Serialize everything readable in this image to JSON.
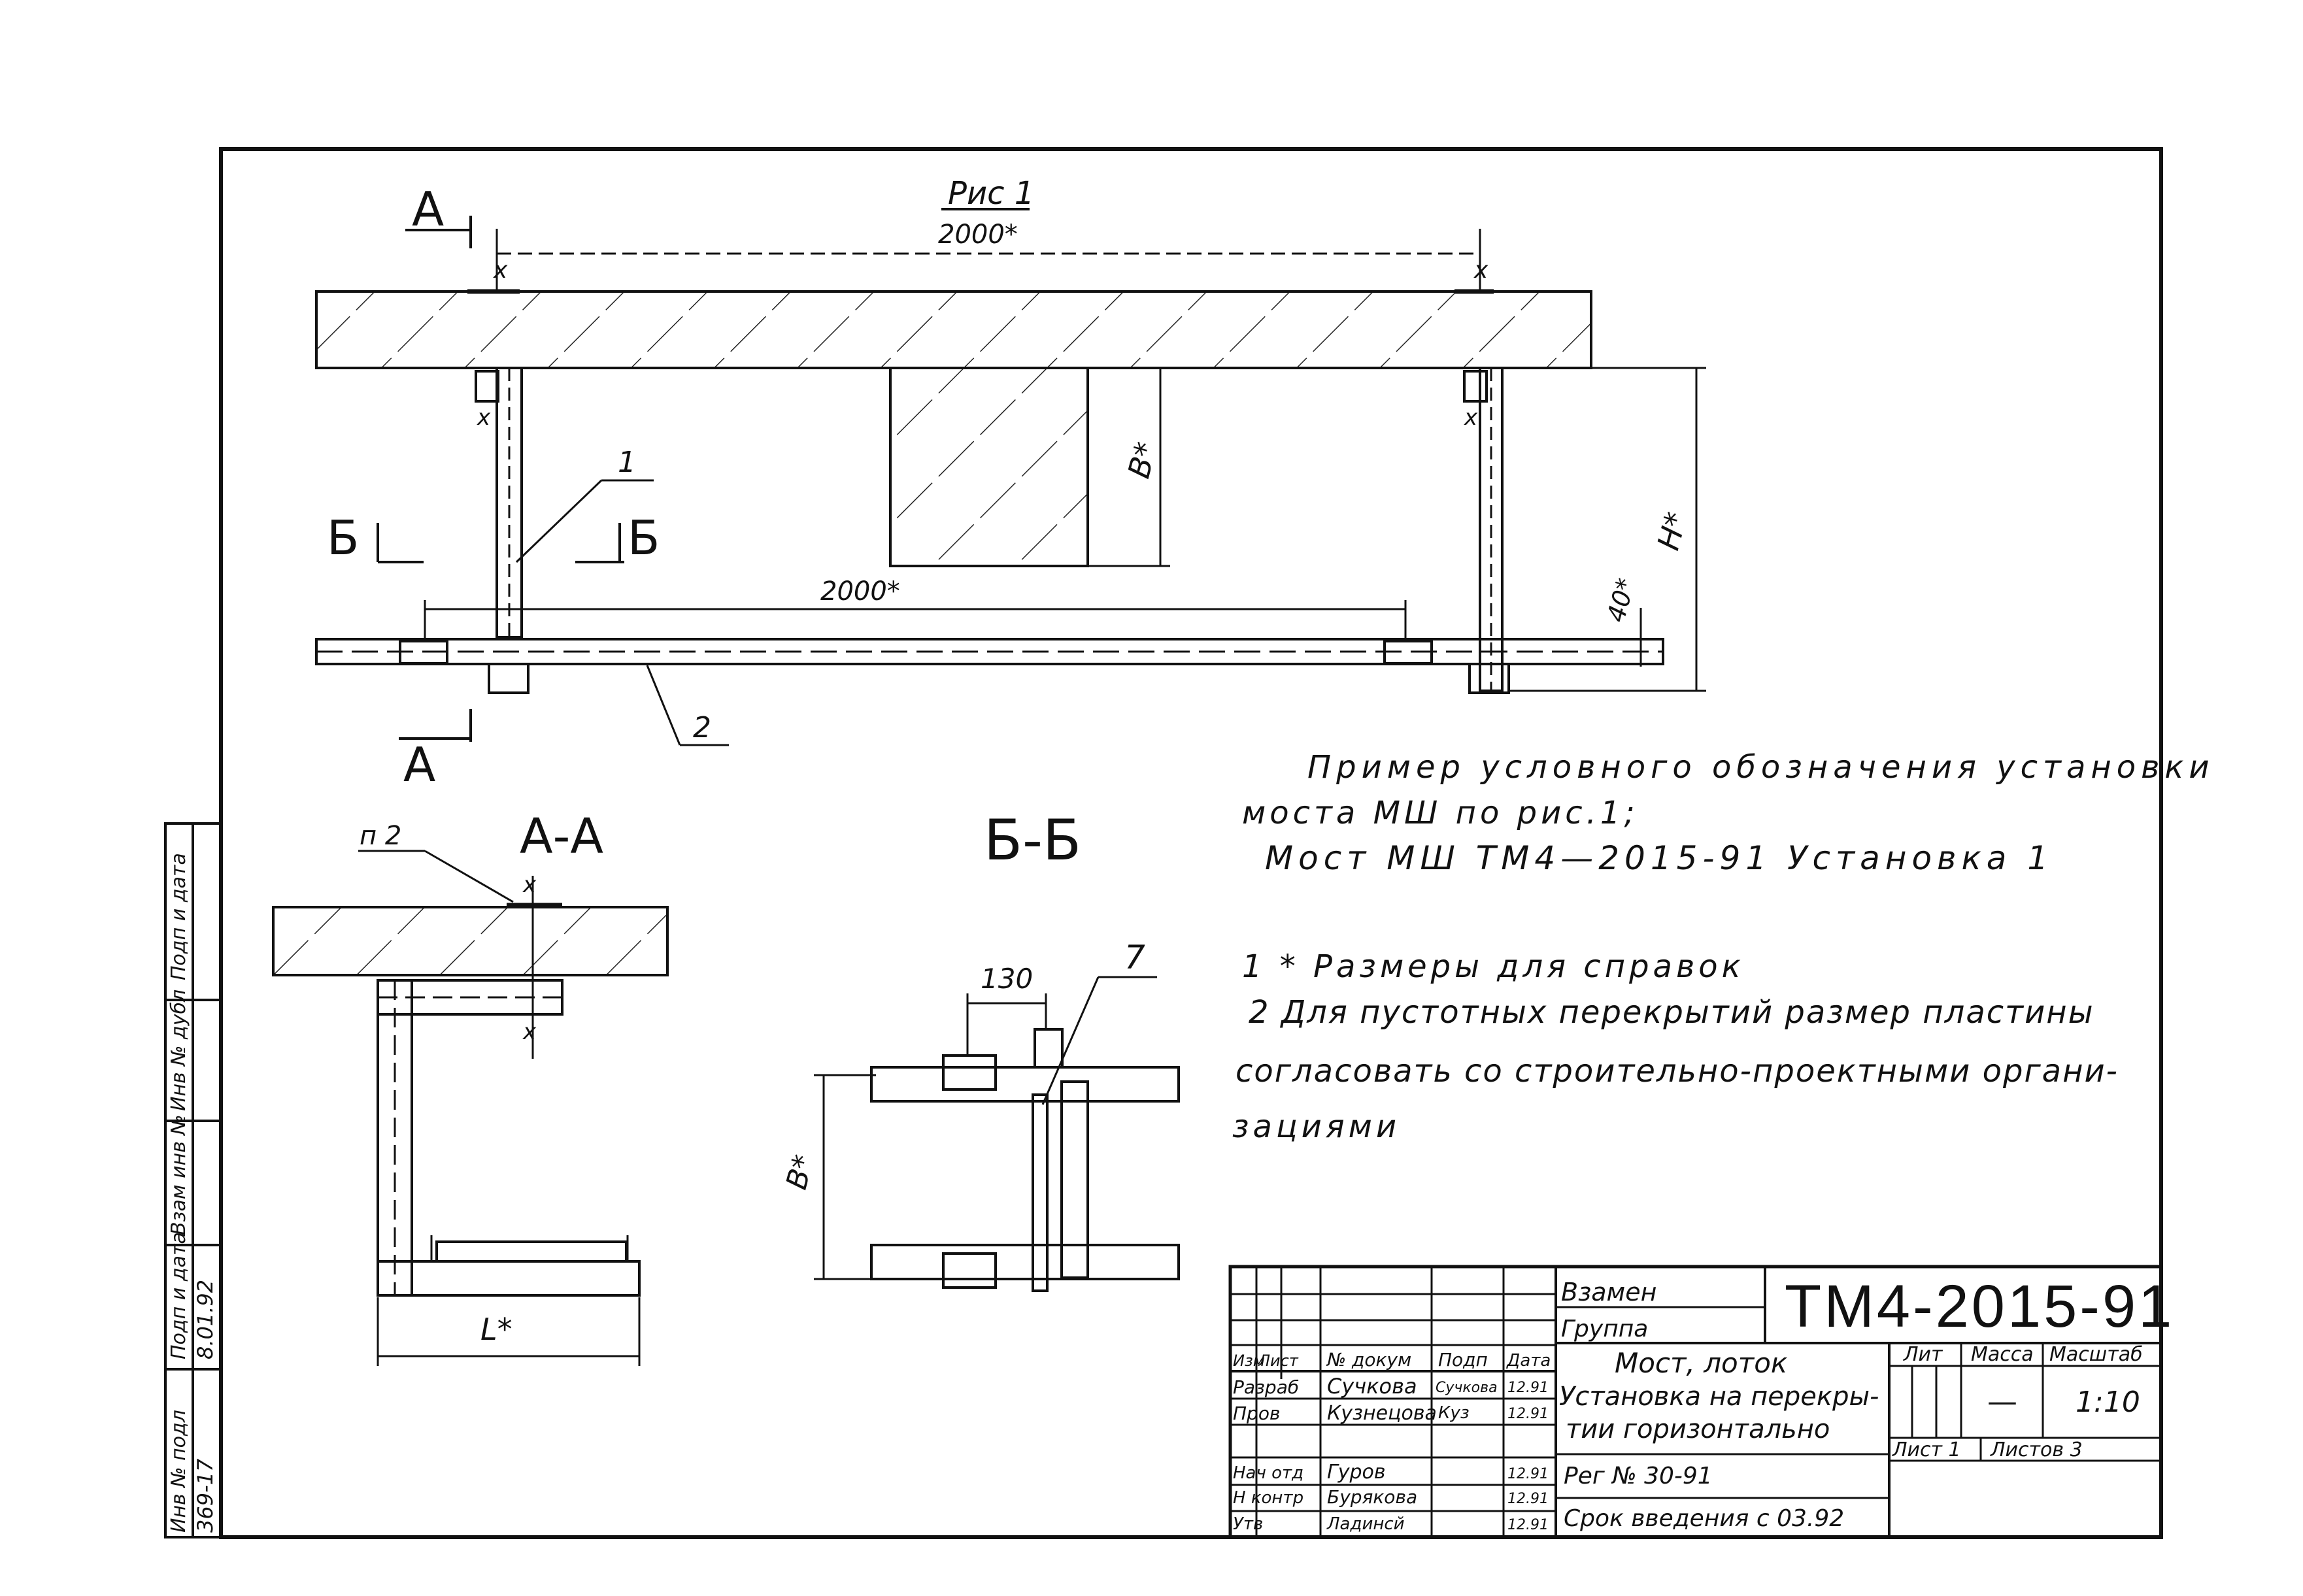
{
  "figure": {
    "title": "Рис 1",
    "dim_top": "2000*",
    "dim_bottom": "2000*",
    "dim_b": "В*",
    "dim_h": "Н*",
    "dim_40": "40*",
    "section_a": "А",
    "section_b": "Б",
    "callout_1": "1",
    "callout_2": "2"
  },
  "section_aa": {
    "title": "А-А",
    "note_ref": "п 2",
    "dim_l": "L*"
  },
  "section_bb": {
    "title": "Б-Б",
    "dim_130": "130",
    "callout_7": "7",
    "dim_b": "В*"
  },
  "notes": {
    "line1": "Пример условного обозначения установки",
    "line2": "моста МШ по рис.1;",
    "line3": "Мост МШ ТМ4—2015-91    Установка 1",
    "note1": "1 * Размеры для справок",
    "note2a": "2 Для пустотных перекрытий размер пластины",
    "note2b": "согласовать со строительно-проектными органи-",
    "note2c": "зациями"
  },
  "left_stamp": {
    "cells": [
      "Подп и дата",
      "Инв № дубл",
      "Взам инв №",
      "Подп и дата",
      "Инв № подл"
    ],
    "inv_number": "369-17",
    "sign_date": "8.01.92"
  },
  "title_block": {
    "vzamen": "Взамен",
    "gruppa": "Группа",
    "doc_code": "ТМ4-2015-91",
    "name_line1": "Мост, лоток",
    "name_line2": "Установка на перекры-",
    "name_line3": "тии горизонтально",
    "col_headers": [
      "Изм",
      "Лист",
      "№ докум",
      "Подп",
      "Дата"
    ],
    "roles": [
      {
        "role": "Разраб",
        "name": "Сучкова",
        "sign": "Сучкова",
        "date": "12.91"
      },
      {
        "role": "Пров",
        "name": "Кузнецова",
        "sign": "Куз",
        "date": "12.91"
      },
      {
        "role": "Нач отд",
        "name": "Гуров",
        "sign": "",
        "date": "12.91"
      },
      {
        "role": "Н контр",
        "name": "Бурякова",
        "sign": "",
        "date": "12.91"
      },
      {
        "role": "Утв",
        "name": "Ладинсй",
        "sign": "",
        "date": "12.91"
      }
    ],
    "lit_label": "Лит",
    "mass_label": "Масса",
    "scale_label": "Масштаб",
    "mass_value": "—",
    "scale_value": "1:10",
    "sheet_label": "Лист 1",
    "sheets_label": "Листов 3",
    "reg": "Рег № 30-91",
    "srok": "Срок введения с 03.92"
  }
}
